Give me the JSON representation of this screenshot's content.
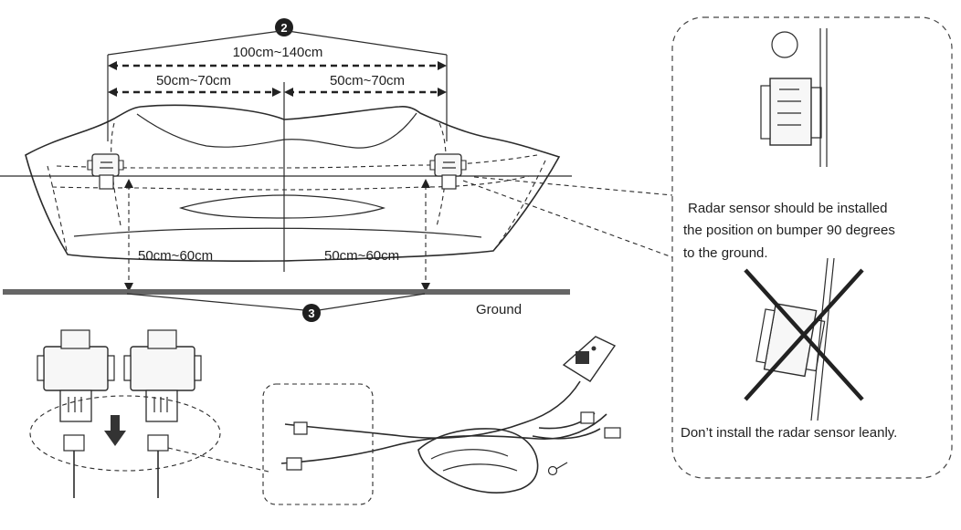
{
  "diagram": {
    "step_labels": {
      "top": "2",
      "bottom": "3"
    },
    "measurements": {
      "overall_width": "100cm~140cm",
      "left_half": "50cm~70cm",
      "right_half": "50cm~70cm",
      "left_height": "50cm~60cm",
      "right_height": "50cm~60cm"
    },
    "ground_label": "Ground",
    "callout": {
      "instruction_line_1": "Radar sensor should be installed",
      "instruction_line_2": "the position on bumper 90 degrees",
      "instruction_line_3": "to the ground.",
      "warning_text": "Don’t install the radar sensor leanly."
    },
    "icons": {
      "ok_marker": "circle-icon",
      "wrong_marker": "cross-icon",
      "down_arrow": "down-arrow-icon"
    },
    "colors": {
      "line": "#2b2b2b",
      "ground": "#666666",
      "step_badge": "#1f1f1f",
      "callout_border": "#444444"
    }
  }
}
